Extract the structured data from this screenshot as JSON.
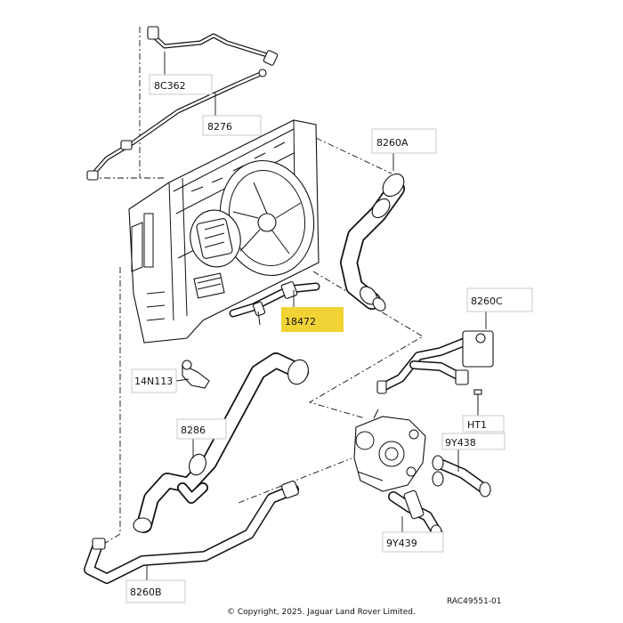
{
  "labels": {
    "l8C362": "8C362",
    "l8276": "8276",
    "l8260A": "8260A",
    "l18472": "18472",
    "l8260C": "8260C",
    "l14N113": "14N113",
    "lHT1": "HT1",
    "l9Y438": "9Y438",
    "l8286": "8286",
    "l9Y439": "9Y439",
    "l8260B": "8260B"
  },
  "highlight_color": "#f2d335",
  "reference": "RAC49551-01",
  "copyright": "© Copyright, 2025. Jaguar Land Rover Limited."
}
